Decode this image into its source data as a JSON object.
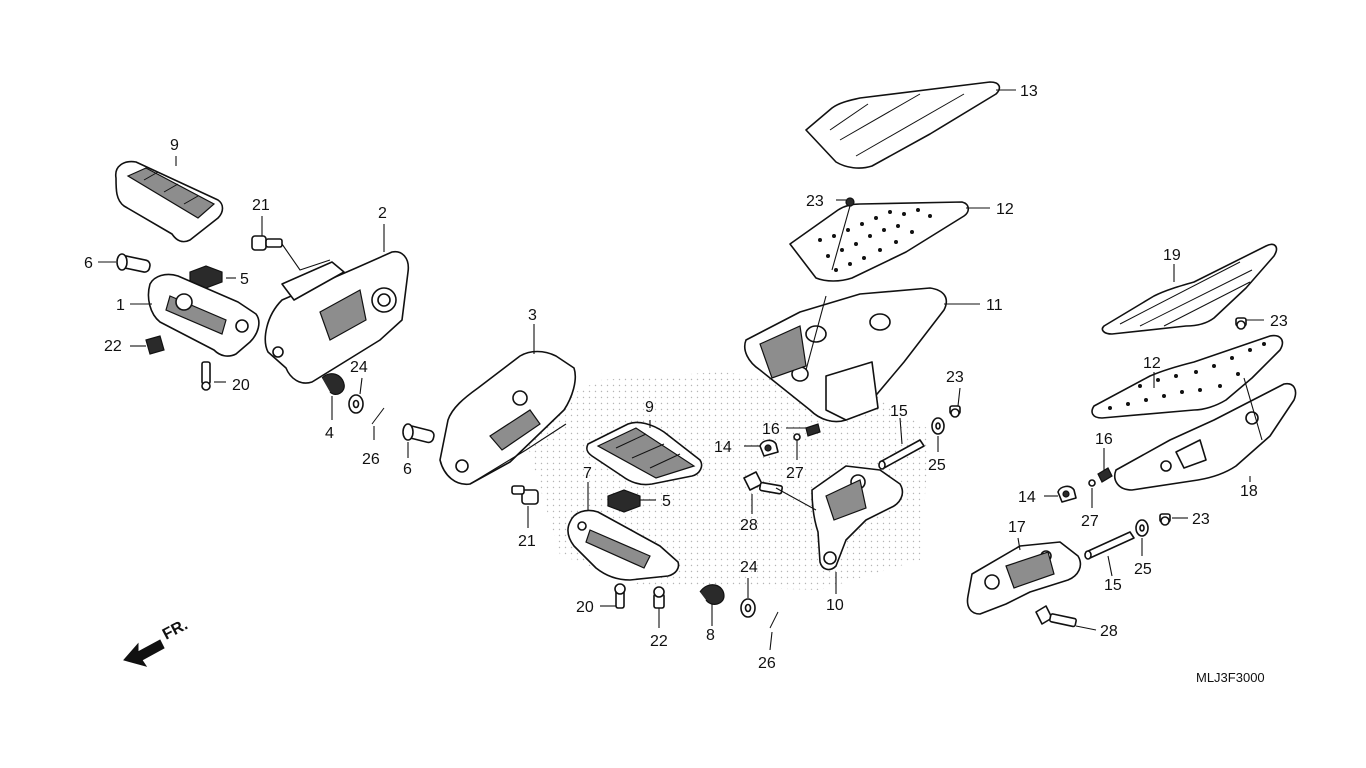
{
  "diagram": {
    "code": "MLJ3F3000",
    "direction_label": "FR.",
    "callouts": {
      "c1": "1",
      "c2": "2",
      "c3": "3",
      "c4": "4",
      "c5a": "5",
      "c5b": "5",
      "c6a": "6",
      "c6b": "6",
      "c7": "7",
      "c8": "8",
      "c9a": "9",
      "c9b": "9",
      "c10": "10",
      "c11": "11",
      "c12a": "12",
      "c12b": "12",
      "c13": "13",
      "c14a": "14",
      "c14b": "14",
      "c15a": "15",
      "c15b": "15",
      "c16a": "16",
      "c16b": "16",
      "c17": "17",
      "c18": "18",
      "c19": "19",
      "c20a": "20",
      "c20b": "20",
      "c21a": "21",
      "c21b": "21",
      "c22a": "22",
      "c22b": "22",
      "c23a": "23",
      "c23b": "23",
      "c23c": "23",
      "c23d": "23",
      "c24a": "24",
      "c24b": "24",
      "c25a": "25",
      "c25b": "25",
      "c26a": "26",
      "c26b": "26",
      "c27a": "27",
      "c27b": "27",
      "c28a": "28",
      "c28b": "28"
    }
  }
}
